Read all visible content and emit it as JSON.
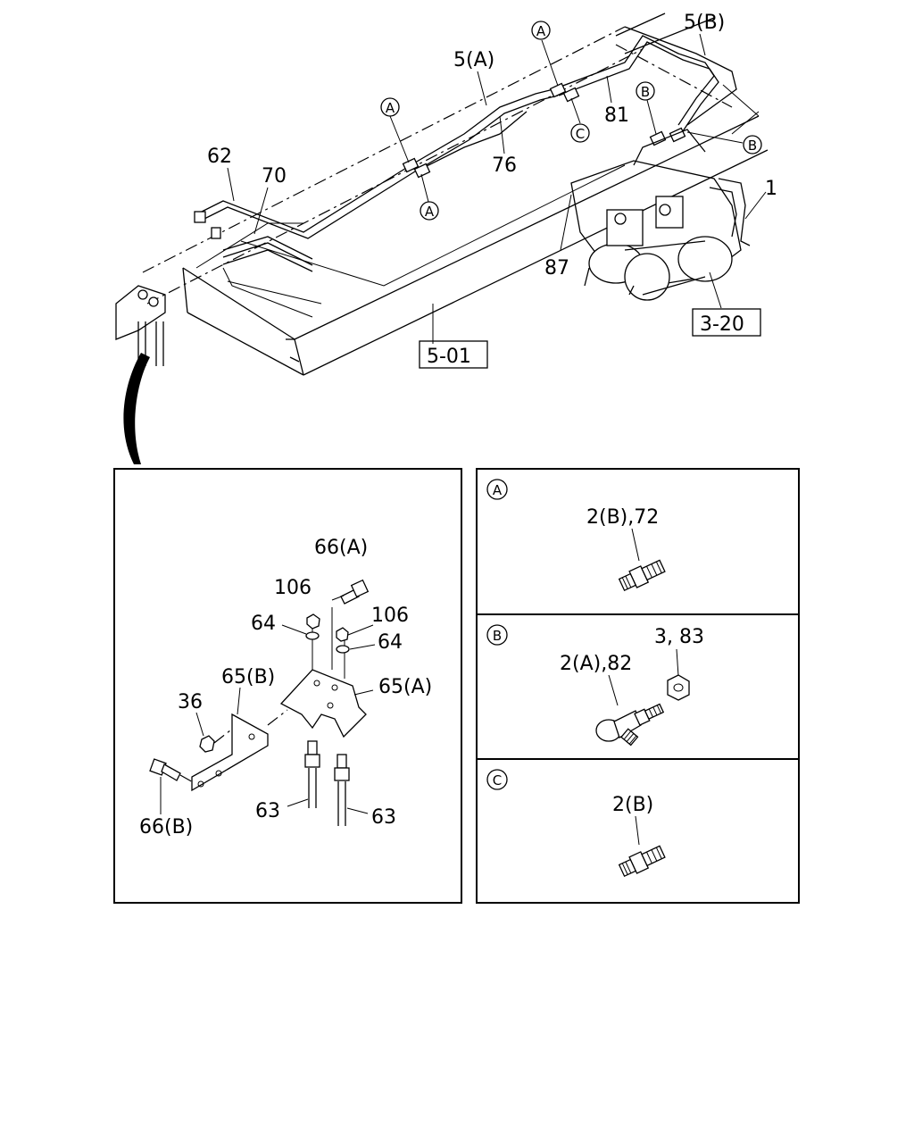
{
  "main_view": {
    "labels": {
      "l_5b": "5(B)",
      "l_5a": "5(A)",
      "l_62": "62",
      "l_70": "70",
      "l_76": "76",
      "l_81": "81",
      "l_1": "1",
      "l_87": "87"
    },
    "boxed_refs": {
      "frame": "5-01",
      "tank": "3-20"
    },
    "circle_refs": {
      "a1": "A",
      "a2": "A",
      "a3": "A",
      "b1": "B",
      "b2": "B",
      "c1": "C"
    }
  },
  "detail_panel": {
    "labels": {
      "l_66a": "66(A)",
      "l_106_left": "106",
      "l_106_right": "106",
      "l_64_left": "64",
      "l_64_right": "64",
      "l_65b": "65(B)",
      "l_65a": "65(A)",
      "l_36": "36",
      "l_66b": "66(B)",
      "l_63_left": "63",
      "l_63_right": "63"
    }
  },
  "inset_panels": [
    {
      "marker": "A",
      "label": "2(B),72"
    },
    {
      "marker": "B",
      "label": "2(A),82",
      "label2": "3, 83"
    },
    {
      "marker": "C",
      "label": "2(B)"
    }
  ]
}
